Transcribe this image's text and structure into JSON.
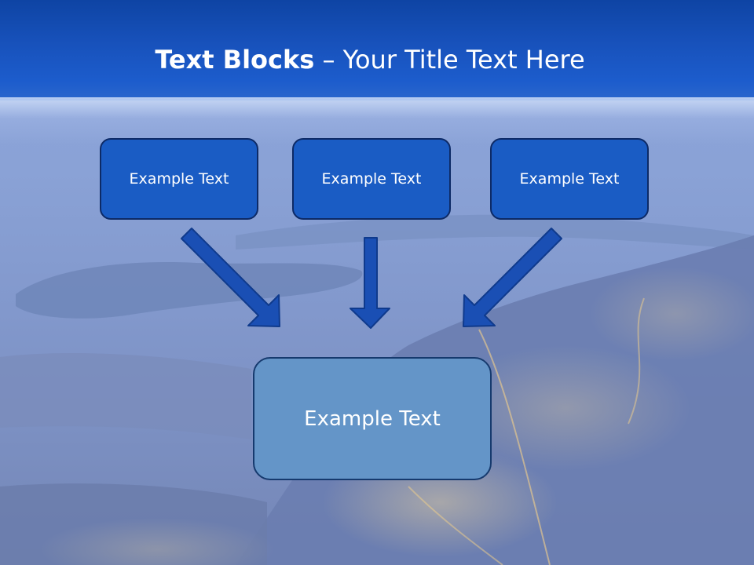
{
  "slide": {
    "title_bold": "Text Blocks",
    "title_separator": " – ",
    "title_rest": "Your Title Text Here"
  },
  "boxes": {
    "top_left": "Example Text",
    "top_center": "Example Text",
    "top_right": "Example Text",
    "bottom": "Example Text"
  },
  "colors": {
    "header": "#1852bc",
    "box_fill": "#1a5cc4",
    "box_border": "#0d2a66",
    "bottom_box_fill": "#6495c8",
    "arrow": "#1a4fb4"
  }
}
